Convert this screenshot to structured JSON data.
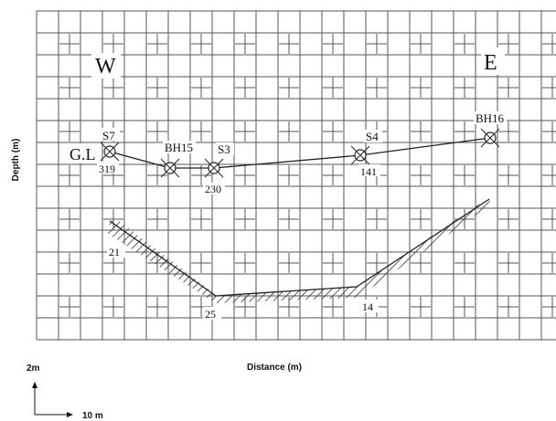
{
  "axes": {
    "ylabel": "Depth (m)",
    "xlabel": "Distance (m)"
  },
  "directions": {
    "west": "W",
    "east": "E"
  },
  "ground_level_label": "G.L",
  "boreholes": [
    {
      "name": "S7",
      "value": "319"
    },
    {
      "name": "BH15",
      "value": ""
    },
    {
      "name": "S3",
      "value": "230"
    },
    {
      "name": "S4",
      "value": "141"
    },
    {
      "name": "BH16",
      "value": ""
    }
  ],
  "layer_values": [
    "21",
    "25",
    "14"
  ],
  "scale": {
    "vertical": "2m",
    "horizontal": "10 m"
  }
}
